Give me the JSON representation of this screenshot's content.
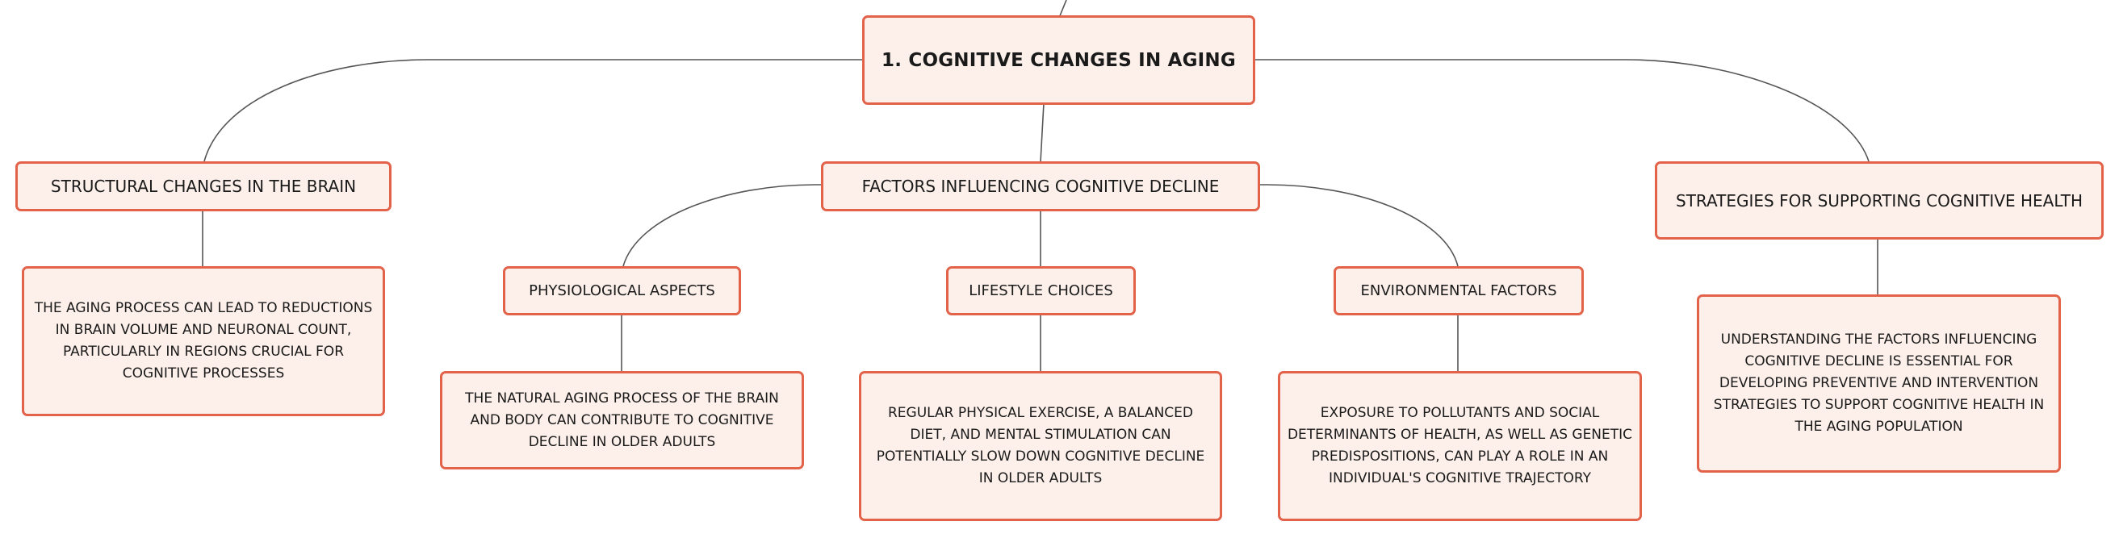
{
  "colors": {
    "node_fill": "#fdf0ea",
    "node_border": "#e2624a",
    "connector": "#555555",
    "text": "#1a1a1a"
  },
  "root": {
    "label": "1. COGNITIVE CHANGES IN AGING"
  },
  "branches": [
    {
      "label": "STRUCTURAL CHANGES IN THE BRAIN",
      "description": "THE AGING PROCESS CAN LEAD TO REDUCTIONS IN BRAIN VOLUME AND NEURONAL COUNT, PARTICULARLY IN REGIONS CRUCIAL FOR COGNITIVE PROCESSES"
    },
    {
      "label": "FACTORS INFLUENCING COGNITIVE DECLINE",
      "children": [
        {
          "label": "PHYSIOLOGICAL ASPECTS",
          "description": "THE NATURAL AGING PROCESS OF THE BRAIN AND BODY CAN CONTRIBUTE TO COGNITIVE DECLINE IN OLDER ADULTS"
        },
        {
          "label": "LIFESTYLE CHOICES",
          "description": "REGULAR PHYSICAL EXERCISE, A BALANCED DIET, AND MENTAL STIMULATION CAN POTENTIALLY SLOW DOWN COGNITIVE DECLINE IN OLDER ADULTS"
        },
        {
          "label": "ENVIRONMENTAL FACTORS",
          "description": "EXPOSURE TO POLLUTANTS AND SOCIAL DETERMINANTS OF HEALTH, AS WELL AS GENETIC PREDISPOSITIONS, CAN PLAY A ROLE IN AN INDIVIDUAL'S COGNITIVE TRAJECTORY"
        }
      ]
    },
    {
      "label": "STRATEGIES FOR SUPPORTING COGNITIVE HEALTH",
      "description": "UNDERSTANDING THE FACTORS INFLUENCING COGNITIVE DECLINE IS ESSENTIAL FOR DEVELOPING PREVENTIVE AND INTERVENTION STRATEGIES TO SUPPORT COGNITIVE HEALTH IN THE AGING POPULATION"
    }
  ]
}
